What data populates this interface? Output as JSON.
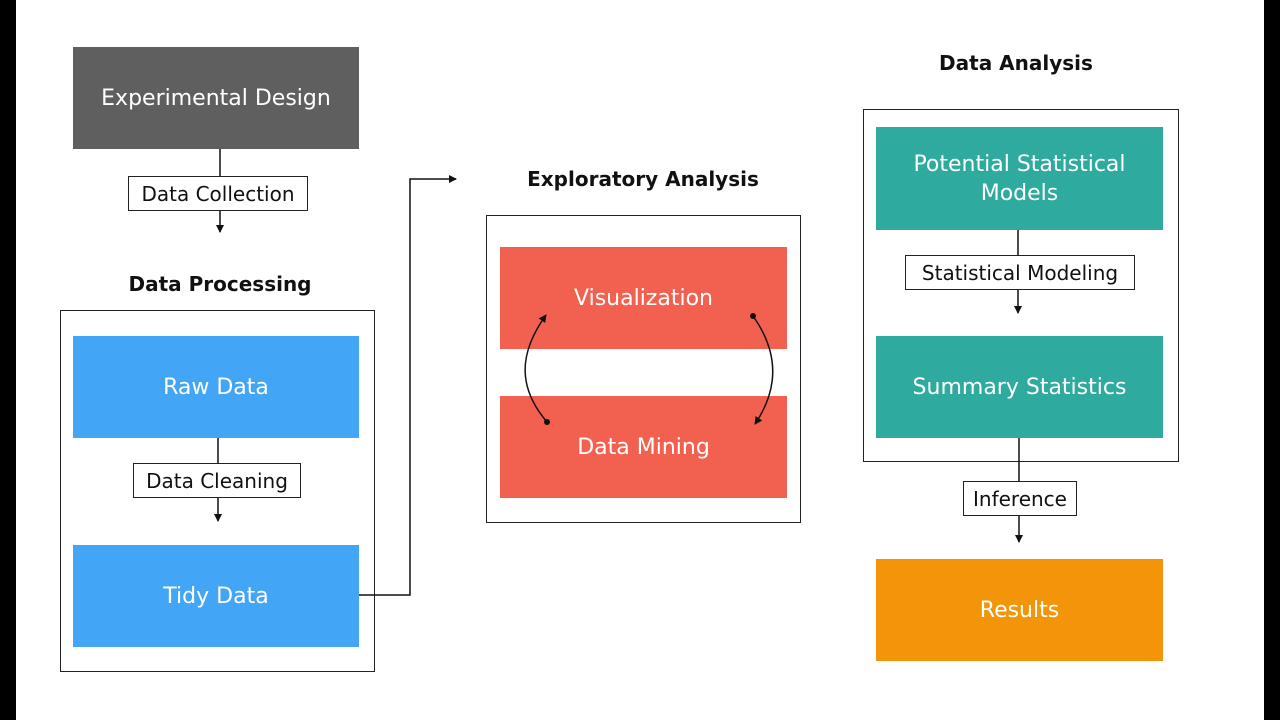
{
  "colors": {
    "design": "#5f5f5f",
    "processing": "#42a5f5",
    "exploratory": "#f26150",
    "analysis": "#2eaa9f",
    "results": "#f39508",
    "line": "#111111"
  },
  "nodes": {
    "experimental_design": "Experimental Design",
    "raw_data": "Raw Data",
    "tidy_data": "Tidy Data",
    "visualization": "Visualization",
    "data_mining": "Data Mining",
    "potential_models": "Potential Statistical Models",
    "summary_statistics": "Summary Statistics",
    "results": "Results"
  },
  "edges": {
    "data_collection": "Data Collection",
    "data_cleaning": "Data Cleaning",
    "statistical_modeling": "Statistical Modeling",
    "inference": "Inference"
  },
  "groups": {
    "data_processing": "Data Processing",
    "exploratory_analysis": "Exploratory Analysis",
    "data_analysis": "Data Analysis"
  }
}
